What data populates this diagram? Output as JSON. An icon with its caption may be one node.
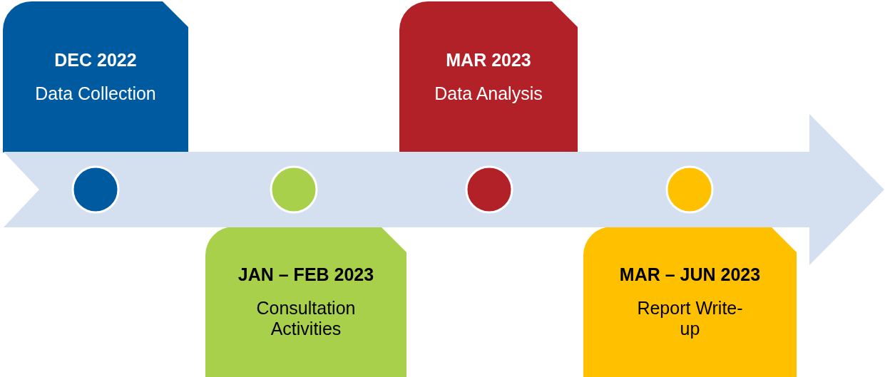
{
  "diagram": {
    "nodes": [
      {
        "text": [
          "DEC 2022",
          "Data Collection"
        ]
      },
      {
        "text": [
          "JAN – FEB 2023",
          "Consultation Activities"
        ]
      },
      {
        "text": [
          "MAR 2023",
          "Data Analysis"
        ]
      },
      {
        "text": [
          "MAR – JUN 2023",
          "Report Write-up"
        ]
      }
    ]
  }
}
